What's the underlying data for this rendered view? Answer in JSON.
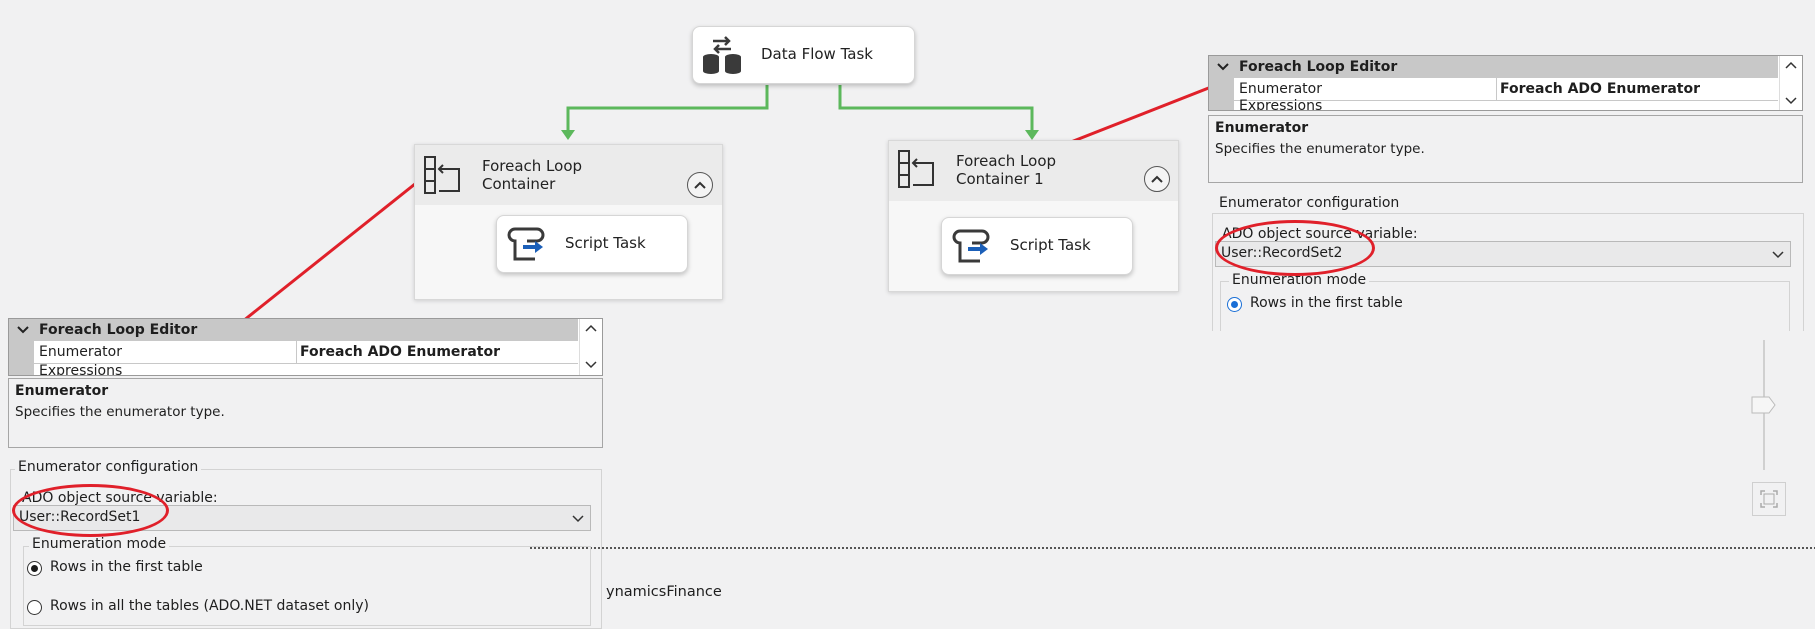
{
  "canvas": {
    "data_flow_task": {
      "label": "Data Flow Task",
      "icon": "database-transfer-icon"
    },
    "foreach_container_1": {
      "label": "Foreach Loop\nContainer",
      "inner_task": "Script Task"
    },
    "foreach_container_2": {
      "label": "Foreach Loop\nContainer 1",
      "inner_task": "Script Task"
    },
    "connector_color": "#5cb85c",
    "annotation_color": "#e0202a"
  },
  "editor_left": {
    "category": "Foreach Loop Editor",
    "rows": [
      {
        "name": "Enumerator",
        "value": "Foreach ADO Enumerator"
      },
      {
        "name": "Expressions",
        "value": ""
      }
    ],
    "description_title": "Enumerator",
    "description_text": "Specifies the enumerator type.",
    "config_legend": "Enumerator configuration",
    "source_label": "ADO object source variable:",
    "source_value": "User::RecordSet1",
    "mode_legend": "Enumeration mode",
    "mode_options": [
      "Rows in the first table",
      "Rows in all the tables (ADO.NET dataset only)"
    ],
    "selected_mode": "Rows in the first table"
  },
  "editor_right": {
    "category": "Foreach Loop Editor",
    "rows": [
      {
        "name": "Enumerator",
        "value": "Foreach ADO Enumerator"
      },
      {
        "name": "Expressions",
        "value": ""
      }
    ],
    "description_title": "Enumerator",
    "description_text": "Specifies the enumerator type.",
    "config_legend": "Enumerator configuration",
    "source_label": "ADO object source variable:",
    "source_value": "User::RecordSet2",
    "mode_legend": "Enumeration mode",
    "mode_options": [
      "Rows in the first table"
    ],
    "selected_mode": "Rows in the first table"
  },
  "connection_manager": {
    "partial_name": "ynamicsFinance"
  }
}
